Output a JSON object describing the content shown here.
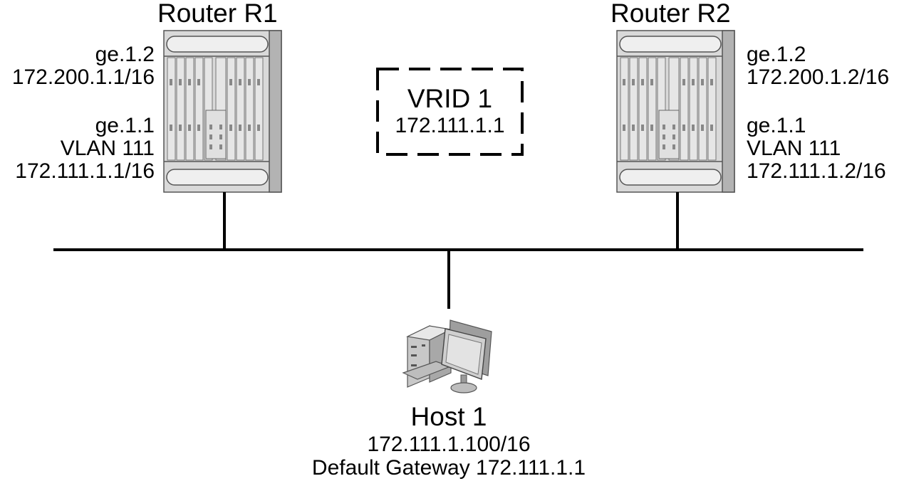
{
  "routers": [
    {
      "title": "Router R1",
      "ge12_name": "ge.1.2",
      "ge12_ip": "172.200.1.1/16",
      "ge11_name": "ge.1.1",
      "ge11_vlan": "VLAN 111",
      "ge11_ip": "172.111.1.1/16"
    },
    {
      "title": "Router R2",
      "ge12_name": "ge.1.2",
      "ge12_ip": "172.200.1.2/16",
      "ge11_name": "ge.1.1",
      "ge11_vlan": "VLAN 111",
      "ge11_ip": "172.111.1.2/16"
    }
  ],
  "vrid": {
    "name": "VRID 1",
    "address": "172.111.1.1"
  },
  "host": {
    "name": "Host 1",
    "ip": "172.111.1.100/16",
    "gateway": "Default Gateway 172.111.1.1"
  },
  "icons": [
    "router-chassis-icon",
    "host-computer-icon"
  ],
  "colors": {
    "line": "#000000",
    "chassis_fill": "#d9d9d9",
    "chassis_side": "#b3b3b3",
    "chassis_border": "#555555"
  }
}
